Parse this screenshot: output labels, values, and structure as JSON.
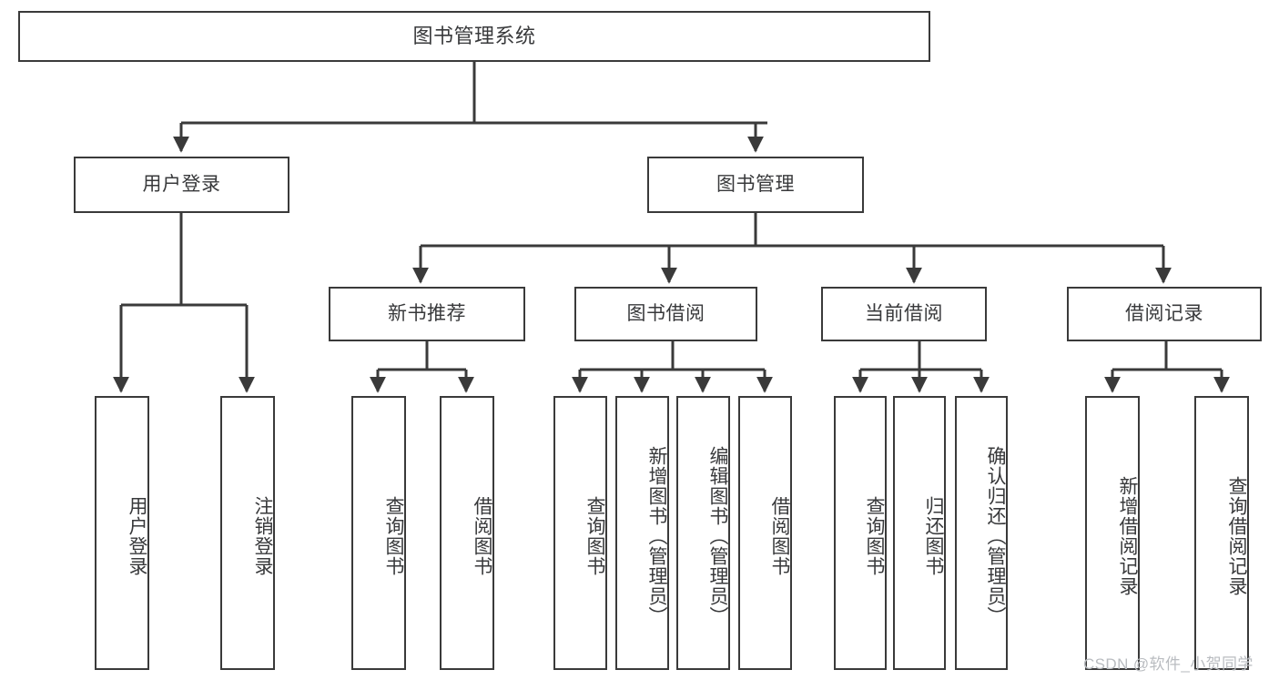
{
  "diagram": {
    "type": "tree-hierarchy-chart",
    "title": "图书管理系统",
    "line_color": "#3a3a3a",
    "text_color": "#38393b",
    "background": "#ffffff",
    "root": {
      "label": "图书管理系统"
    },
    "level2": [
      {
        "label": "用户登录"
      },
      {
        "label": "图书管理"
      }
    ],
    "level3": [
      {
        "label": "新书推荐"
      },
      {
        "label": "图书借阅"
      },
      {
        "label": "当前借阅"
      },
      {
        "label": "借阅记录"
      }
    ],
    "leaves": {
      "user_login": [
        {
          "label": "用户登录"
        },
        {
          "label": "注销登录"
        }
      ],
      "new_book_recommend": [
        {
          "label": "查询图书"
        },
        {
          "label": "借阅图书"
        }
      ],
      "book_borrow": [
        {
          "label": "查询图书"
        },
        {
          "label": "新增图书（管理员）"
        },
        {
          "label": "编辑图书（管理员）"
        },
        {
          "label": "借阅图书"
        }
      ],
      "current_borrow": [
        {
          "label": "查询图书"
        },
        {
          "label": "归还图书"
        },
        {
          "label": "确认归还（管理员）"
        }
      ],
      "borrow_record": [
        {
          "label": "新增借阅记录"
        },
        {
          "label": "查询借阅记录"
        }
      ]
    }
  },
  "watermark": {
    "text": "CSDN @软件_小贺同学"
  }
}
